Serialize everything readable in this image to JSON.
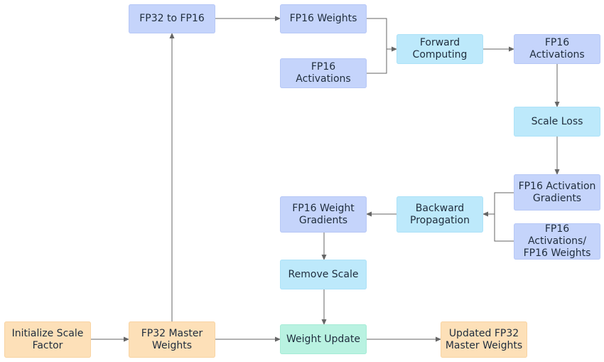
{
  "nodes": {
    "fp32_to_fp16": "FP32 to FP16",
    "fp16_weights": "FP16 Weights",
    "fp16_activations_in": "FP16 Activations",
    "forward_computing": "Forward\nComputing",
    "fp16_activations_out": "FP16 Activations",
    "scale_loss": "Scale Loss",
    "fp16_activation_gradients": "FP16 Activation\nGradients",
    "fp16_activations_weights": "FP16 Activations/\nFP16 Weights",
    "backward_propagation": "Backward\nPropagation",
    "fp16_weight_gradients": "FP16 Weight\nGradients",
    "remove_scale": "Remove Scale",
    "initialize_scale_factor": "Initialize Scale\nFactor",
    "fp32_master_weights": "FP32 Master\nWeights",
    "weight_update": "Weight Update",
    "updated_fp32_master_weights": "Updated FP32\nMaster Weights"
  },
  "colors": {
    "fp16_data": "#c5d4fb",
    "operation": "#bde9fb",
    "fp32_data": "#fde0b8",
    "update": "#b9f2e1",
    "connector": "#666666"
  }
}
